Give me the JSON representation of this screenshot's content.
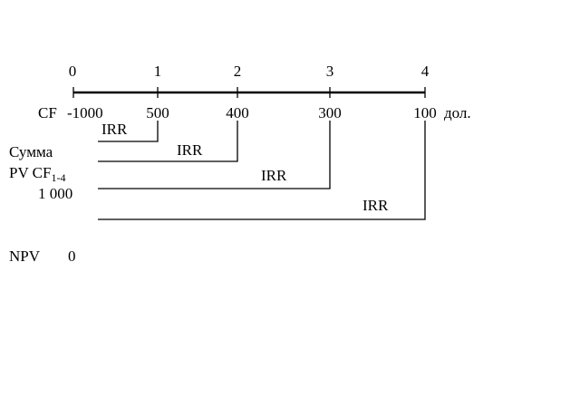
{
  "periods": [
    "0",
    "1",
    "2",
    "3",
    "4"
  ],
  "cf_label": "CF",
  "cash_flows": [
    "-1000",
    "500",
    "400",
    "300",
    "100"
  ],
  "currency": "дол.",
  "irr_labels": [
    "IRR",
    "IRR",
    "IRR",
    "IRR"
  ],
  "sum_label": "Сумма",
  "pv_label": "PV CF",
  "pv_subscript": "1-4",
  "pv_value": "1 000",
  "npv_label": "NPV",
  "npv_value": "0"
}
